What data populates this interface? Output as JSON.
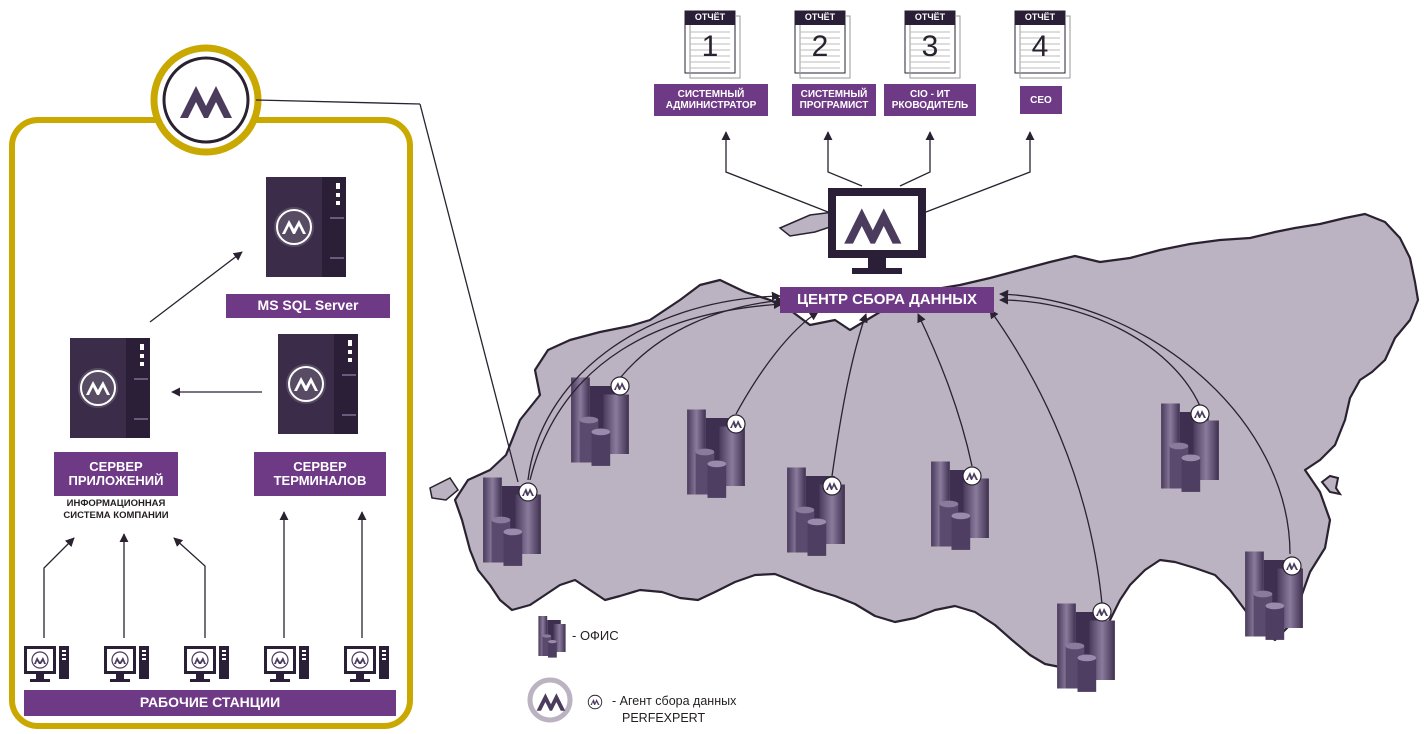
{
  "colors": {
    "purple": "#6e3a86",
    "dark": "#3b2d4a",
    "gold": "#c9a800",
    "map": "#bbb3c1",
    "line": "#2a2230"
  },
  "icons": [
    "perfexpert-logo-icon",
    "server-icon",
    "monitor-icon",
    "workstation-icon",
    "report-document-icon",
    "office-buildings-icon",
    "arrow-icon"
  ],
  "reports": [
    {
      "header": "ОТЧЁТ",
      "number": "1",
      "role_line1": "СИСТЕМНЫЙ",
      "role_line2": "АДМИНИСТРАТОР"
    },
    {
      "header": "ОТЧЁТ",
      "number": "2",
      "role_line1": "СИСТЕМНЫЙ",
      "role_line2": "ПРОГРАМИСТ"
    },
    {
      "header": "ОТЧЁТ",
      "number": "3",
      "role_line1": "CIO - ИТ",
      "role_line2": "РКОВОДИТЕЛЬ"
    },
    {
      "header": "ОТЧЁТ",
      "number": "4",
      "role_line1": "CEO",
      "role_line2": ""
    }
  ],
  "data_center": {
    "label": "ЦЕНТР СБОРА ДАННЫХ"
  },
  "left_panel": {
    "sql_server": "MS SQL Server",
    "app_server_line1": "СЕРВЕР",
    "app_server_line2": "ПРИЛОЖЕНИЙ",
    "app_server_note_line1": "ИНФОРМАЦИОННАЯ",
    "app_server_note_line2": "СИСТЕМА КОМПАНИИ",
    "terminal_server_line1": "СЕРВЕР",
    "terminal_server_line2": "ТЕРМИНАЛОВ",
    "workstations": "РАБОЧИЕ СТАНЦИИ"
  },
  "legend": {
    "office": "- ОФИС",
    "agent_line1": "- Агент сбора данных",
    "agent_line2": "PERFEXPERT"
  }
}
